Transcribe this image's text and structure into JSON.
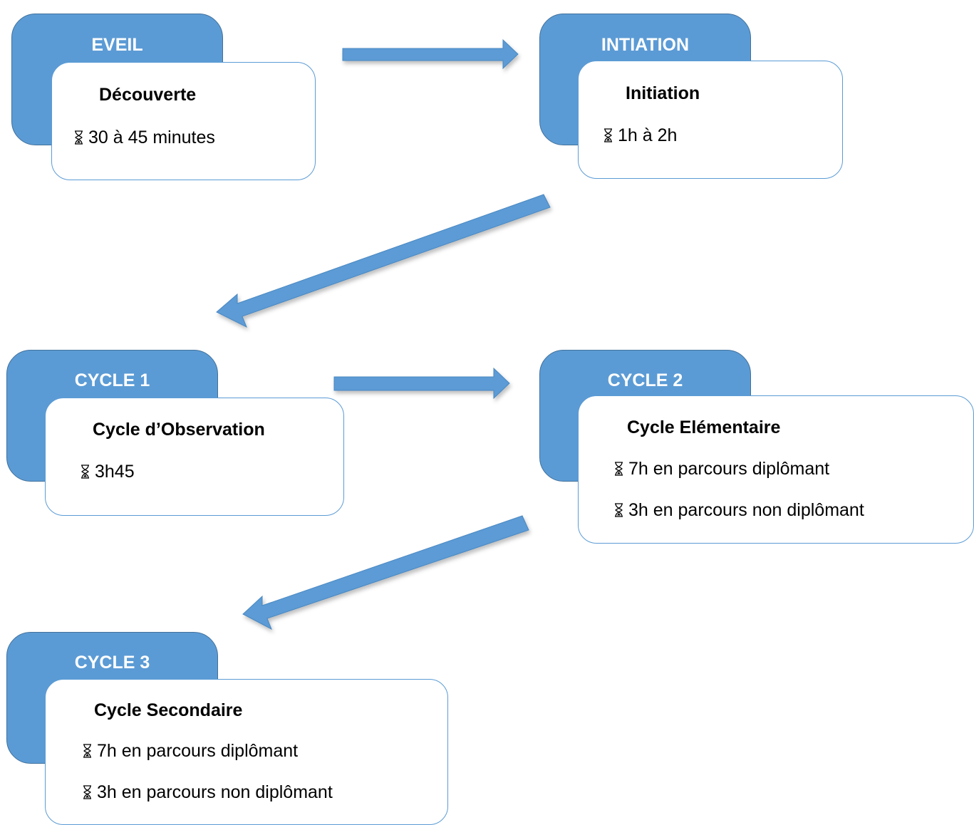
{
  "colors": {
    "accent": "#5b9bd5",
    "accent_border": "#41719c",
    "card_bg": "#ffffff"
  },
  "icon": "hourglass-icon",
  "stages": [
    {
      "tab": "EVEIL",
      "title": "Découverte",
      "lines": [
        "30 à 45 minutes"
      ]
    },
    {
      "tab": "INTIATION",
      "title": "Initiation",
      "lines": [
        "1h à 2h"
      ]
    },
    {
      "tab": "CYCLE 1",
      "title": "Cycle d’Observation",
      "lines": [
        "3h45"
      ]
    },
    {
      "tab": "CYCLE 2",
      "title": "Cycle Elémentaire",
      "lines": [
        "7h en parcours diplômant",
        "3h en parcours non diplômant"
      ]
    },
    {
      "tab": "CYCLE 3",
      "title": "Cycle Secondaire",
      "lines": [
        "7h en parcours diplômant",
        "3h en parcours non diplômant"
      ]
    }
  ]
}
